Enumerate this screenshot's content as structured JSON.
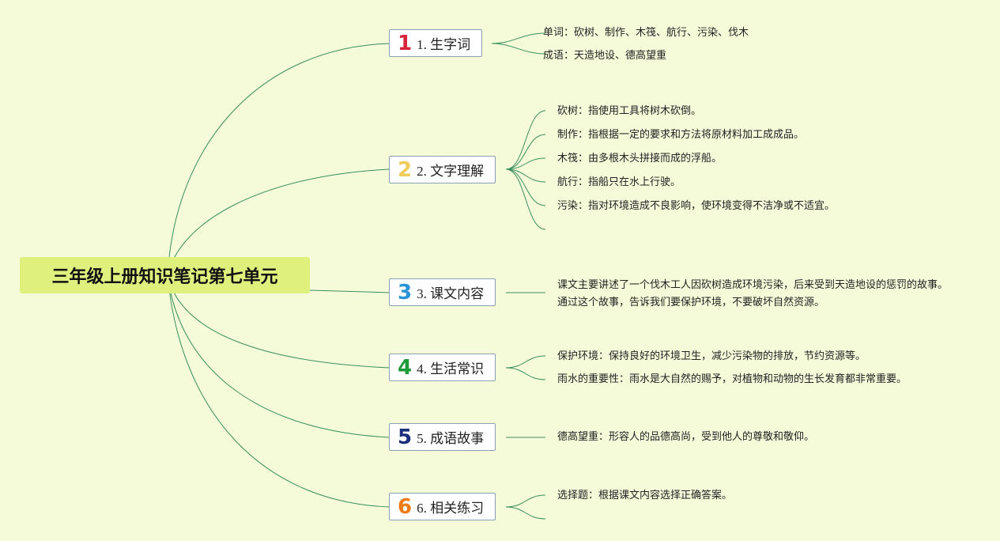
{
  "title": "三年级上册知识笔记第七单元",
  "colors": {
    "background": "#f5fbd9",
    "root": "#dff07c",
    "line": "#3a8f5e",
    "num1": "#d9233a",
    "num2": "#f0cd5a",
    "num3": "#2b94d8",
    "num4": "#1f9a3a",
    "num5": "#1b2f7d",
    "num6": "#ef7b18"
  },
  "branches": [
    {
      "num": "1",
      "label": "1. 生字词",
      "items": [
        "单词：砍树、制作、木筏、航行、污染、伐木",
        "成语：天造地设、德高望重"
      ]
    },
    {
      "num": "2",
      "label": "2. 文字理解",
      "items": [
        "砍树：指使用工具将树木砍倒。",
        "制作：指根据一定的要求和方法将原材料加工成成品。",
        "木筏：由多根木头拼接而成的浮船。",
        "航行：指船只在水上行驶。",
        "污染：指对环境造成不良影响，使环境变得不洁净或不适宜。"
      ]
    },
    {
      "num": "3",
      "label": "3. 课文内容",
      "items": [
        "课文主要讲述了一个伐木工人因砍树造成环境污染，后来受到天造地设的惩罚的故事。通过这个故事，告诉我们要保护环境，不要破坏自然资源。"
      ]
    },
    {
      "num": "4",
      "label": "4. 生活常识",
      "items": [
        "保护环境：保持良好的环境卫生，减少污染物的排放，节约资源等。",
        "雨水的重要性：雨水是大自然的赐予，对植物和动物的生长发育都非常重要。"
      ]
    },
    {
      "num": "5",
      "label": "5. 成语故事",
      "items": [
        "德高望重：形容人的品德高尚，受到他人的尊敬和敬仰。"
      ]
    },
    {
      "num": "6",
      "label": "6. 相关练习",
      "items": [
        "选择题：根据课文内容选择正确答案。"
      ]
    }
  ]
}
